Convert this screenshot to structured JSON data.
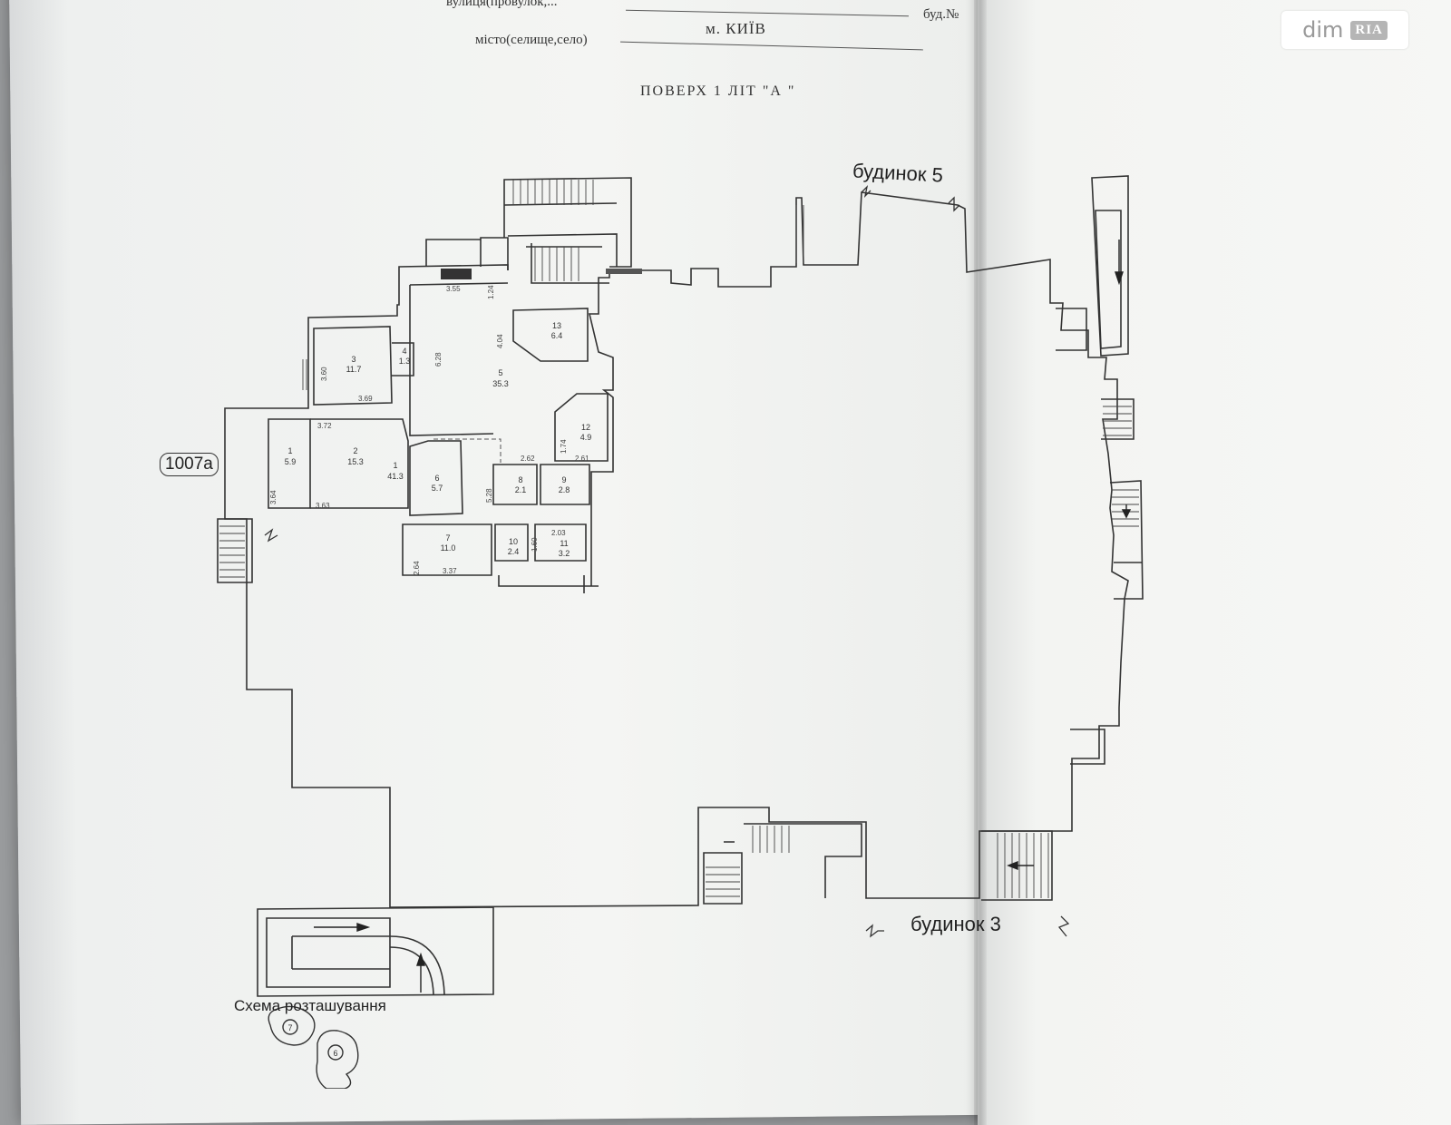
{
  "header": {
    "street_label": "вулиця(провулок,...",
    "building_label": "буд.№",
    "city_label": "місто(селище,село)",
    "city_value": "м. КИЇВ",
    "floor_heading": "ПОВЕРХ  1  ЛІТ \"А   \""
  },
  "plan": {
    "neighbour_north": "будинок 5",
    "neighbour_south": "будинок 3",
    "lot_tag": "1007а",
    "schema_label": "Схема розташування",
    "schema_marks": [
      "7",
      "6"
    ],
    "rooms": [
      {
        "n": "1",
        "area": "5.9"
      },
      {
        "n": "2",
        "area": "15.3"
      },
      {
        "n": "3",
        "area": "11.7"
      },
      {
        "n": "4",
        "area": "1.3"
      },
      {
        "n": "5",
        "area": "35.3"
      },
      {
        "n": "6",
        "area": "5.7"
      },
      {
        "n": "7",
        "area": "11.0"
      },
      {
        "n": "8",
        "area": "2.1"
      },
      {
        "n": "9",
        "area": "2.8"
      },
      {
        "n": "10",
        "area": "2.4"
      },
      {
        "n": "11",
        "area": "3.2"
      },
      {
        "n": "12",
        "area": "4.9"
      },
      {
        "n": "13",
        "area": "6.4"
      },
      {
        "n": "1",
        "area": "41.3"
      }
    ],
    "dimensions": [
      "3.55",
      "1.24",
      "6.28",
      "4.04",
      "3.60",
      "3.69",
      "3.72",
      "3.64",
      "3.63",
      "2.62",
      "1.74",
      "2.61",
      "5.28",
      "2.64",
      "3.37",
      "1.60",
      "2.03"
    ]
  },
  "watermark": {
    "brand": "dim",
    "mark": "RIA"
  }
}
